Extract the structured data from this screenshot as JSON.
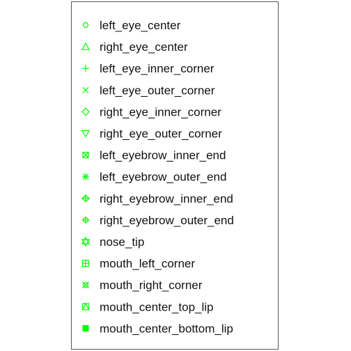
{
  "chart_data": {
    "type": "scatter",
    "legend_placement": "full-frame",
    "marker_color": "#00ff00",
    "series": [
      {
        "name": "left_eye_center",
        "marker": "circle"
      },
      {
        "name": "right_eye_center",
        "marker": "triangle-up"
      },
      {
        "name": "left_eye_inner_corner",
        "marker": "plus"
      },
      {
        "name": "left_eye_outer_corner",
        "marker": "x"
      },
      {
        "name": "right_eye_inner_corner",
        "marker": "diamond"
      },
      {
        "name": "right_eye_outer_corner",
        "marker": "triangle-down"
      },
      {
        "name": "left_eyebrow_inner_end",
        "marker": "square-x"
      },
      {
        "name": "left_eyebrow_outer_end",
        "marker": "asterisk"
      },
      {
        "name": "right_eyebrow_inner_end",
        "marker": "diamond-plus"
      },
      {
        "name": "right_eyebrow_outer_end",
        "marker": "circle-plus"
      },
      {
        "name": "nose_tip",
        "marker": "hexagram"
      },
      {
        "name": "mouth_left_corner",
        "marker": "square-plus"
      },
      {
        "name": "mouth_right_corner",
        "marker": "circle-x"
      },
      {
        "name": "mouth_center_top_lip",
        "marker": "square-triangle"
      },
      {
        "name": "mouth_center_bottom_lip",
        "marker": "square-filled"
      }
    ]
  }
}
